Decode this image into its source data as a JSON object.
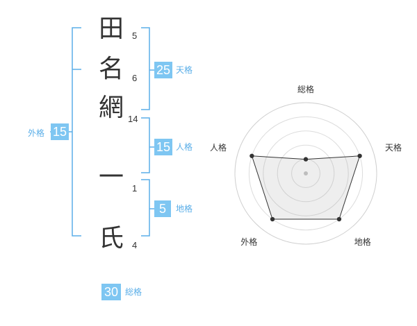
{
  "colors": {
    "accent": "#7ec6f2",
    "bracket": "#5aaee8",
    "text": "#333333"
  },
  "name_chars": [
    {
      "char": "田",
      "strokes": "5"
    },
    {
      "char": "名",
      "strokes": "6"
    },
    {
      "char": "網",
      "strokes": "14"
    },
    {
      "char": "一",
      "strokes": "1"
    },
    {
      "char": "氏",
      "strokes": "4"
    }
  ],
  "kakusu": {
    "tenkaku": {
      "value": "25",
      "label": "天格"
    },
    "jinkaku": {
      "value": "15",
      "label": "人格"
    },
    "chikaku": {
      "value": "5",
      "label": "地格"
    },
    "gaikaku": {
      "value": "15",
      "label": "外格"
    },
    "soukaku": {
      "value": "30",
      "label": "総格"
    }
  },
  "chart_data": {
    "type": "radar",
    "axes": [
      "総格",
      "天格",
      "地格",
      "外格",
      "人格"
    ],
    "values": [
      1,
      4,
      4,
      4,
      4
    ],
    "rmax": 5,
    "grid_rings": 5
  }
}
